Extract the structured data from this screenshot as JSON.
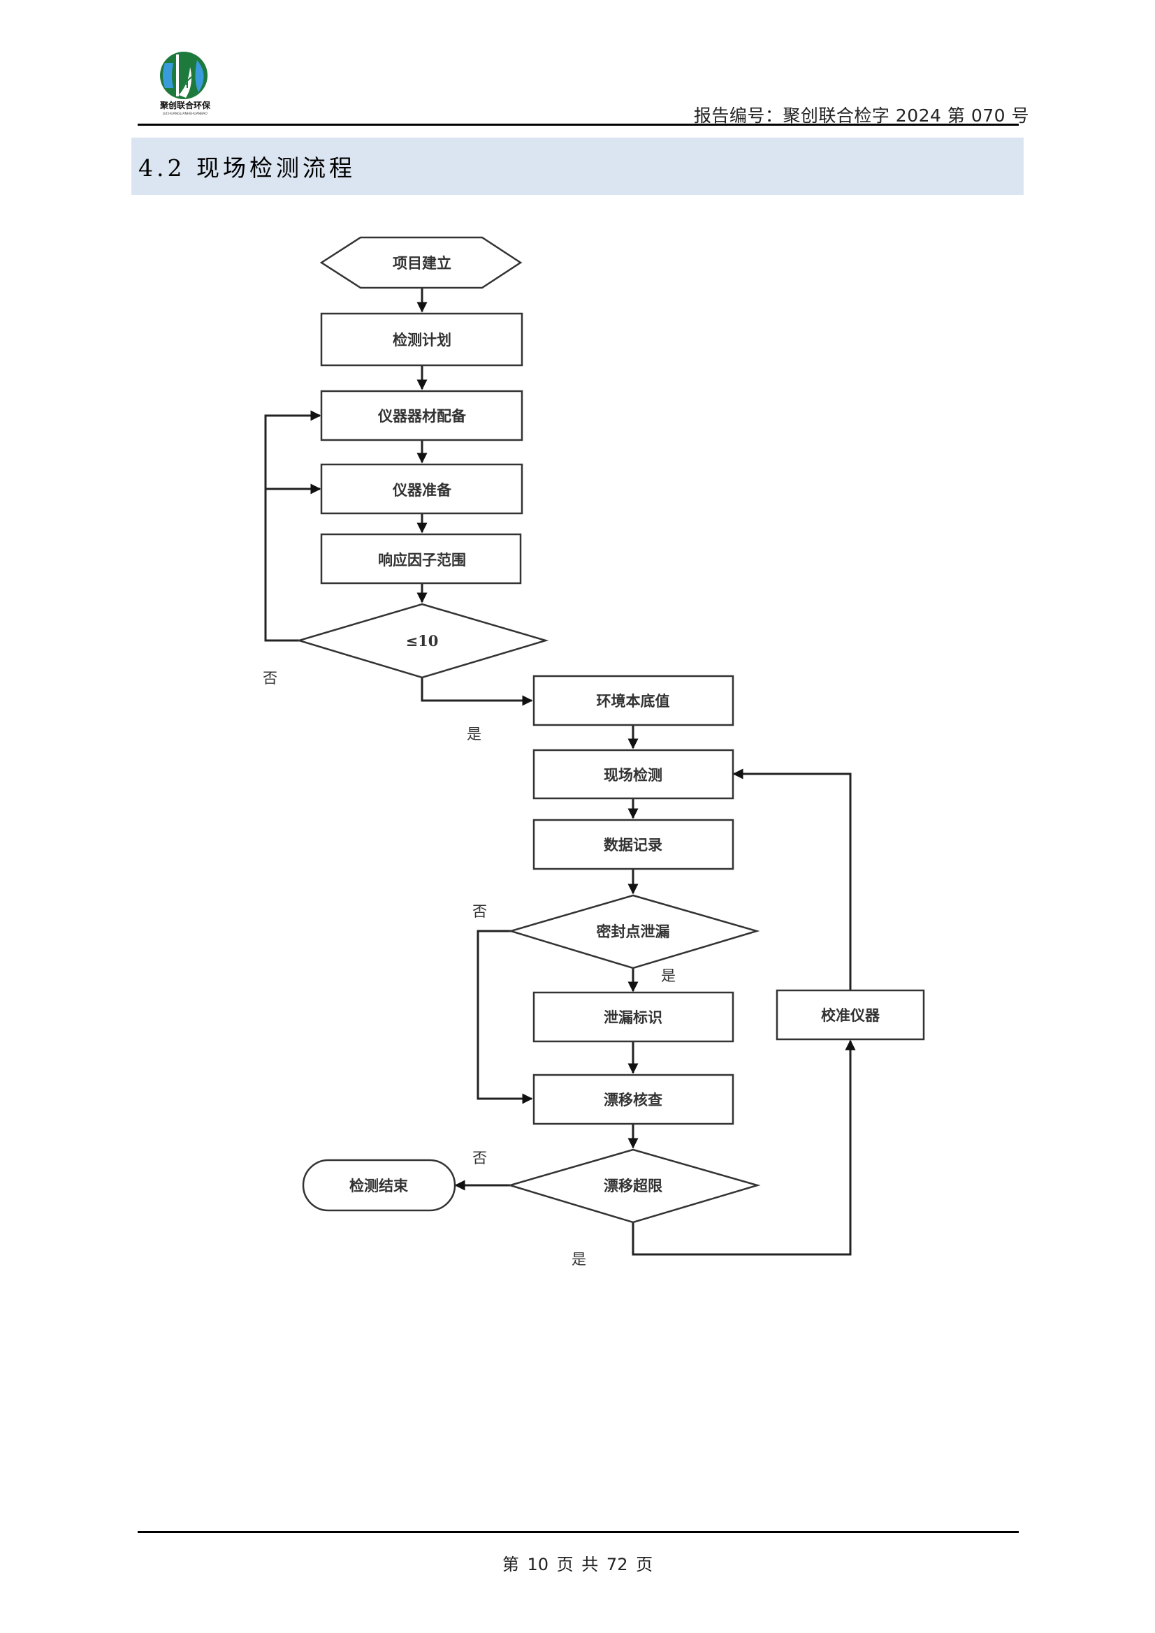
{
  "header": {
    "logo": {
      "icon": "company-logo-icon",
      "name_cn": "聚创联合环保",
      "name_pinyin": "JUCHUANGLIANHEHUANBAO",
      "colors": {
        "ring": "#1e7a3c",
        "water": "#3a9bdc"
      }
    },
    "report_number": "报告编号：聚创联合检字 2024 第 070 号"
  },
  "section": {
    "title": "4.2  现场检测流程",
    "band_color": "#dbe5f1"
  },
  "flowchart": {
    "nodes": [
      {
        "id": "start",
        "shape": "hexagon",
        "label": "项目建立"
      },
      {
        "id": "plan",
        "shape": "rect",
        "label": "检测计划"
      },
      {
        "id": "equip",
        "shape": "rect",
        "label": "仪器器材配备"
      },
      {
        "id": "prep",
        "shape": "rect",
        "label": "仪器准备"
      },
      {
        "id": "rf",
        "shape": "rect",
        "label": "响应因子范围"
      },
      {
        "id": "d1",
        "shape": "diamond",
        "label": "≤10"
      },
      {
        "id": "bg",
        "shape": "rect",
        "label": "环境本底值"
      },
      {
        "id": "field",
        "shape": "rect",
        "label": "现场检测"
      },
      {
        "id": "record",
        "shape": "rect",
        "label": "数据记录"
      },
      {
        "id": "d2",
        "shape": "diamond",
        "label": "密封点泄漏"
      },
      {
        "id": "mark",
        "shape": "rect",
        "label": "泄漏标识"
      },
      {
        "id": "drift",
        "shape": "rect",
        "label": "漂移核查"
      },
      {
        "id": "d3",
        "shape": "diamond",
        "label": "漂移超限"
      },
      {
        "id": "calib",
        "shape": "rect",
        "label": "校准仪器"
      },
      {
        "id": "end",
        "shape": "terminator",
        "label": "检测结束"
      }
    ],
    "edges": [
      {
        "from": "start",
        "to": "plan",
        "label": ""
      },
      {
        "from": "plan",
        "to": "equip",
        "label": ""
      },
      {
        "from": "equip",
        "to": "prep",
        "label": ""
      },
      {
        "from": "prep",
        "to": "rf",
        "label": ""
      },
      {
        "from": "rf",
        "to": "d1",
        "label": ""
      },
      {
        "from": "d1",
        "to": "equip",
        "label": "否"
      },
      {
        "from": "d1",
        "to": "prep",
        "label": "否"
      },
      {
        "from": "d1",
        "to": "bg",
        "label": "是"
      },
      {
        "from": "bg",
        "to": "field",
        "label": ""
      },
      {
        "from": "field",
        "to": "record",
        "label": ""
      },
      {
        "from": "record",
        "to": "d2",
        "label": ""
      },
      {
        "from": "d2",
        "to": "mark",
        "label": "是"
      },
      {
        "from": "d2",
        "to": "drift",
        "label": "否"
      },
      {
        "from": "mark",
        "to": "drift",
        "label": ""
      },
      {
        "from": "drift",
        "to": "d3",
        "label": ""
      },
      {
        "from": "d3",
        "to": "end",
        "label": "否"
      },
      {
        "from": "d3",
        "to": "calib",
        "label": "是"
      },
      {
        "from": "calib",
        "to": "field",
        "label": ""
      }
    ],
    "edge_labels": {
      "d1_no": "否",
      "d1_yes": "是",
      "d2_no": "否",
      "d2_yes": "是",
      "d3_no": "否",
      "d3_yes": "是"
    }
  },
  "footer": {
    "page_text": "第 10 页 共 72 页",
    "current_page": 10,
    "total_pages": 72
  }
}
